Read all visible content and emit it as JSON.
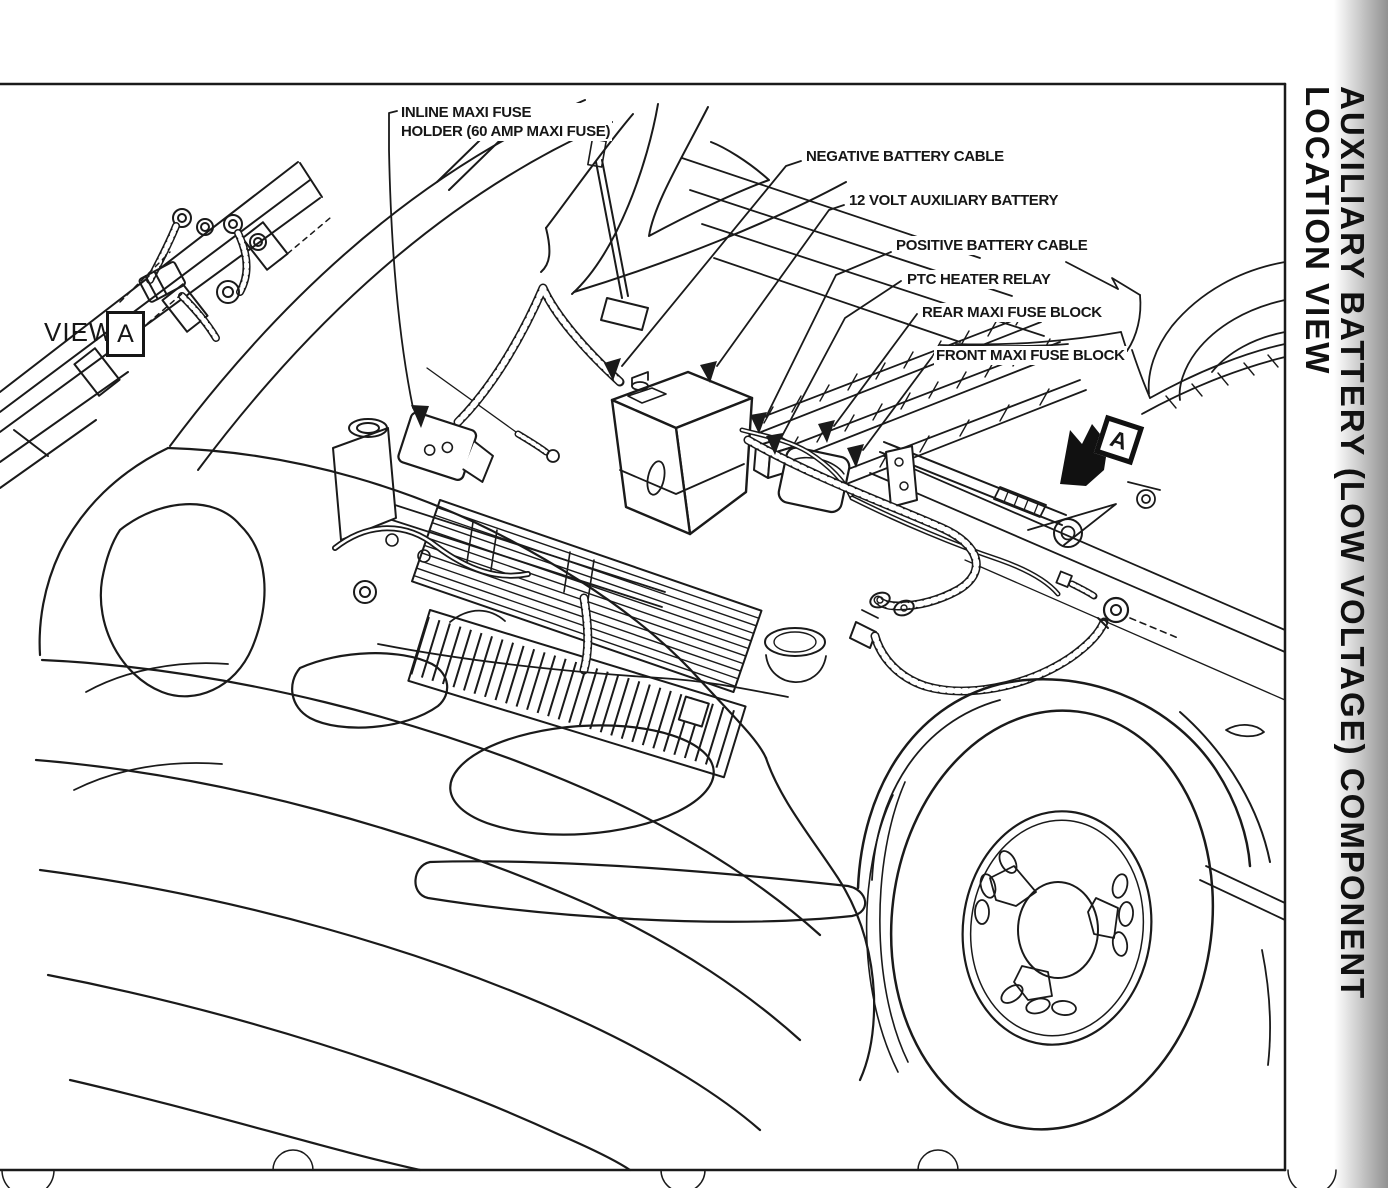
{
  "colors": {
    "ink": "#1a1a1a",
    "paper": "#ffffff",
    "edge_shadow": "#7d7d7d"
  },
  "side_title": {
    "line1": "AUXILIARY BATTERY (LOW VOLTAGE) COMPONENT",
    "line2": "LOCATION VIEW"
  },
  "view_inset": {
    "label": "VIEW",
    "letter": "A"
  },
  "location_marker": {
    "letter": "A"
  },
  "callouts": {
    "inline_fuse": "INLINE MAXI FUSE\nHOLDER (60 AMP MAXI FUSE)",
    "negative_cable": "NEGATIVE BATTERY CABLE",
    "aux_battery": "12 VOLT AUXILIARY BATTERY",
    "positive_cable": "POSITIVE BATTERY CABLE",
    "ptc_relay": "PTC HEATER RELAY",
    "rear_fuse": "REAR MAXI FUSE BLOCK",
    "front_fuse": "FRONT MAXI FUSE BLOCK"
  }
}
